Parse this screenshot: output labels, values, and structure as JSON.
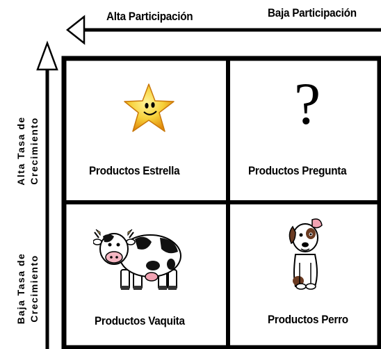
{
  "header": {
    "left_label": "Alta Participación",
    "right_label": "Baja Participación"
  },
  "side_axis": {
    "top_line1": "Alta Tasa de",
    "top_line2": "Crecimiento",
    "bottom_line1": "Baja Tasa de",
    "bottom_line2": "Crecimiento"
  },
  "quadrants": {
    "top_left": {
      "label": "Productos Estrella",
      "icon": "star-icon"
    },
    "top_right": {
      "label": "Productos Pregunta",
      "icon": "question-mark-icon",
      "symbol": "?"
    },
    "bottom_left": {
      "label": "Productos Vaquita",
      "icon": "cow-icon"
    },
    "bottom_right": {
      "label": "Productos Perro",
      "icon": "dog-icon"
    }
  },
  "colors": {
    "star_fill": "#f7d13a",
    "star_edge": "#e08a0c",
    "lines": "#000000"
  }
}
